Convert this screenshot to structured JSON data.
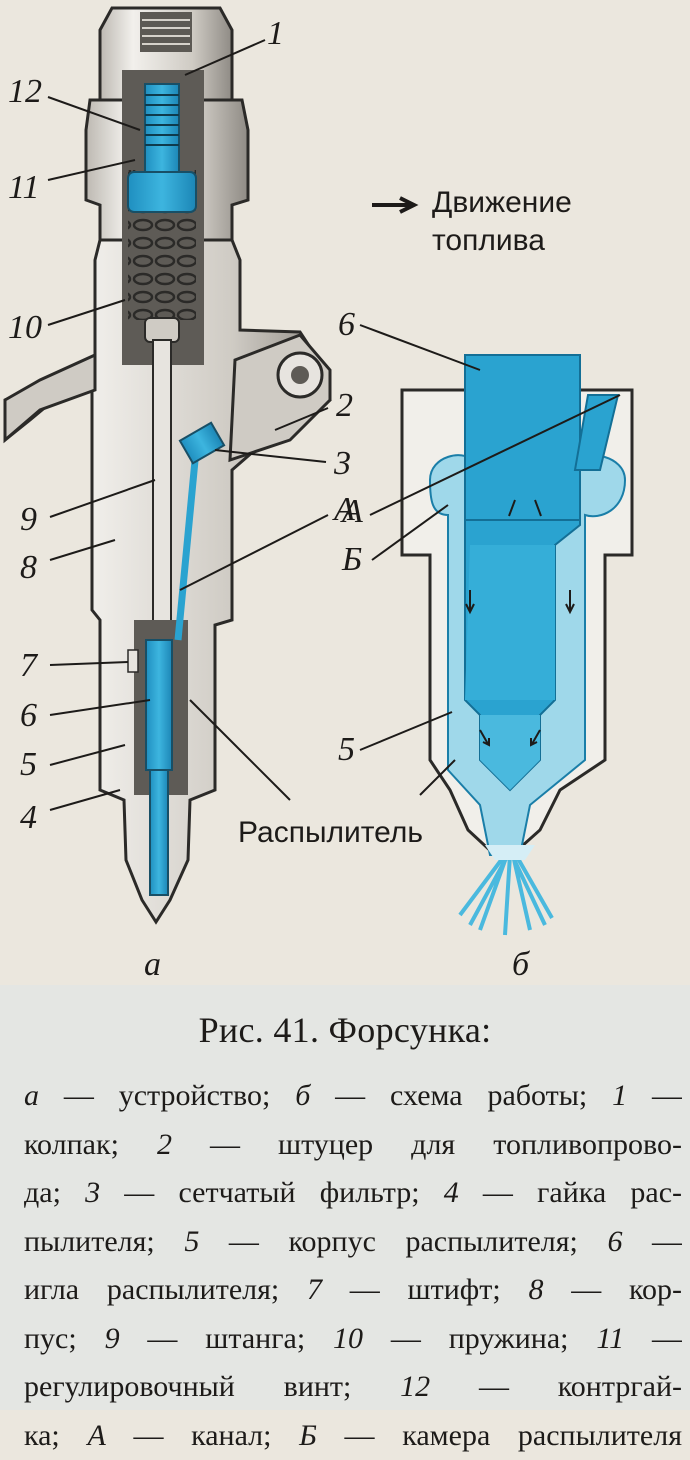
{
  "diagram": {
    "legend_note": {
      "arrow": "→",
      "line1": "Движение",
      "line2": "топлива"
    },
    "labels_a": {
      "l1": "1",
      "l12": "12",
      "l11": "11",
      "l10": "10",
      "l2": "2",
      "l3": "3",
      "lA": "А",
      "l9": "9",
      "l8": "8",
      "l7": "7",
      "l6": "6",
      "l5": "5",
      "l4": "4",
      "raspylitel": "Распылитель"
    },
    "labels_b": {
      "l6": "6",
      "lA": "А",
      "lB": "Б",
      "l5": "5"
    },
    "sublabel_a": "а",
    "sublabel_b": "б"
  },
  "caption": {
    "title": "Рис. 41. Форсунка:",
    "lines": [
      [
        {
          "t": "а",
          "i": true
        },
        {
          "t": " — устройство; "
        },
        {
          "t": "б",
          "i": true
        },
        {
          "t": " — схема работы; "
        },
        {
          "t": "1",
          "i": true
        },
        {
          "t": " —"
        }
      ],
      [
        {
          "t": "колпак; "
        },
        {
          "t": "2",
          "i": true
        },
        {
          "t": " — штуцер для топливопрово-"
        }
      ],
      [
        {
          "t": "да; "
        },
        {
          "t": "3",
          "i": true
        },
        {
          "t": " — сетчатый фильтр; "
        },
        {
          "t": "4",
          "i": true
        },
        {
          "t": " — гайка рас-"
        }
      ],
      [
        {
          "t": "пылителя; "
        },
        {
          "t": "5",
          "i": true
        },
        {
          "t": " — корпус распылителя; "
        },
        {
          "t": "6",
          "i": true
        },
        {
          "t": " —"
        }
      ],
      [
        {
          "t": "игла распылителя; "
        },
        {
          "t": "7",
          "i": true
        },
        {
          "t": " — штифт; "
        },
        {
          "t": "8",
          "i": true
        },
        {
          "t": " — кор-"
        }
      ],
      [
        {
          "t": "пус; "
        },
        {
          "t": "9",
          "i": true
        },
        {
          "t": " — штанга; "
        },
        {
          "t": "10",
          "i": true
        },
        {
          "t": " — пружина; "
        },
        {
          "t": "11",
          "i": true
        },
        {
          "t": " —"
        }
      ],
      [
        {
          "t": "регулировочный винт; "
        },
        {
          "t": "12",
          "i": true
        },
        {
          "t": " — контргай-"
        }
      ],
      [
        {
          "t": "ка; "
        },
        {
          "t": "А",
          "i": true
        },
        {
          "t": " — канал; "
        },
        {
          "t": "Б",
          "i": true
        },
        {
          "t": " — камера распылителя"
        }
      ]
    ]
  },
  "colors": {
    "fuel": "#2aa3d0",
    "fuel_light": "#9fd8ea",
    "metal": "#d9d6d0",
    "metal_dark": "#8e8b86",
    "ink": "#1d1b19",
    "paper": "#ebe7de"
  }
}
